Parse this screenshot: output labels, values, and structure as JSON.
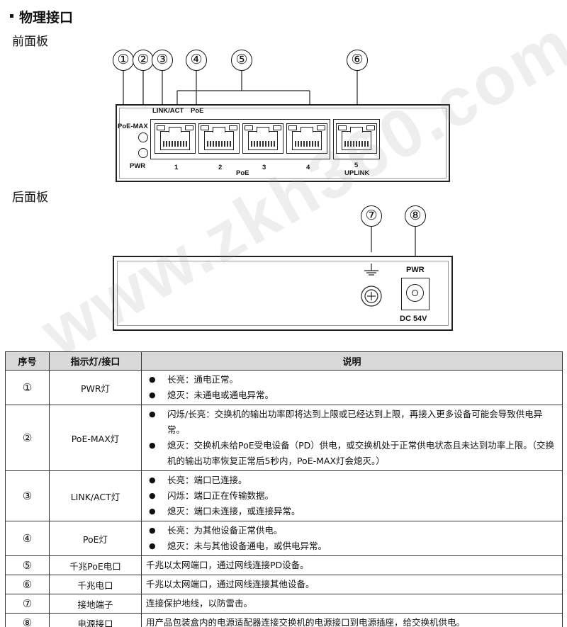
{
  "section_title": "物理接口",
  "front_panel": {
    "label": "前面板",
    "callouts": [
      "①",
      "②",
      "③",
      "④",
      "⑤",
      "⑥"
    ],
    "led_label_link": "LINK/ACT",
    "led_label_poe": "PoE",
    "led_label_poemax": "PoE-MAX",
    "led_label_pwr": "PWR",
    "port_numbers": [
      "1",
      "2",
      "3",
      "4",
      "5"
    ],
    "group_poe": "PoE",
    "group_uplink": "UPLINK"
  },
  "back_panel": {
    "label": "后面板",
    "callouts": [
      "⑦",
      "⑧"
    ],
    "pwr_label": "PWR",
    "dc_label": "DC 54V"
  },
  "watermark": "www.zkh360.com",
  "table": {
    "headers": [
      "序号",
      "指示灯/接口",
      "说明"
    ],
    "rows": [
      {
        "num": "①",
        "name": "PWR灯",
        "desc": [
          "长亮：通电正常。",
          "熄灭：未通电或通电异常。"
        ]
      },
      {
        "num": "②",
        "name": "PoE-MAX灯",
        "desc": [
          "闪烁/长亮：交换机的输出功率即将达到上限或已经达到上限，再接入更多设备可能会导致供电异常。",
          "熄灭：交换机未给PoE受电设备（PD）供电，或交换机处于正常供电状态且未达到功率上限。（交换机的输出功率恢复正常后5秒内，PoE-MAX灯会熄灭。）"
        ]
      },
      {
        "num": "③",
        "name": "LINK/ACT灯",
        "desc": [
          "长亮：端口已连接。",
          "闪烁：端口正在传输数据。",
          "熄灭：端口未连接，或连接异常。"
        ]
      },
      {
        "num": "④",
        "name": "PoE灯",
        "desc": [
          "长亮：为其他设备正常供电。",
          "熄灭：未与其他设备通电，或供电异常。"
        ]
      },
      {
        "num": "⑤",
        "name": "千兆PoE电口",
        "text": "千兆以太网端口，通过网线连接PD设备。"
      },
      {
        "num": "⑥",
        "name": "千兆电口",
        "text": "千兆以太网端口，通过网线连接其他设备。"
      },
      {
        "num": "⑦",
        "name": "接地端子",
        "text": "连接保护地线，以防雷击。"
      },
      {
        "num": "⑧",
        "name": "电源接口",
        "text": "用产品包装盒内的电源适配器连接交换机的电源接口到电源插座，给交换机供电。"
      }
    ]
  }
}
